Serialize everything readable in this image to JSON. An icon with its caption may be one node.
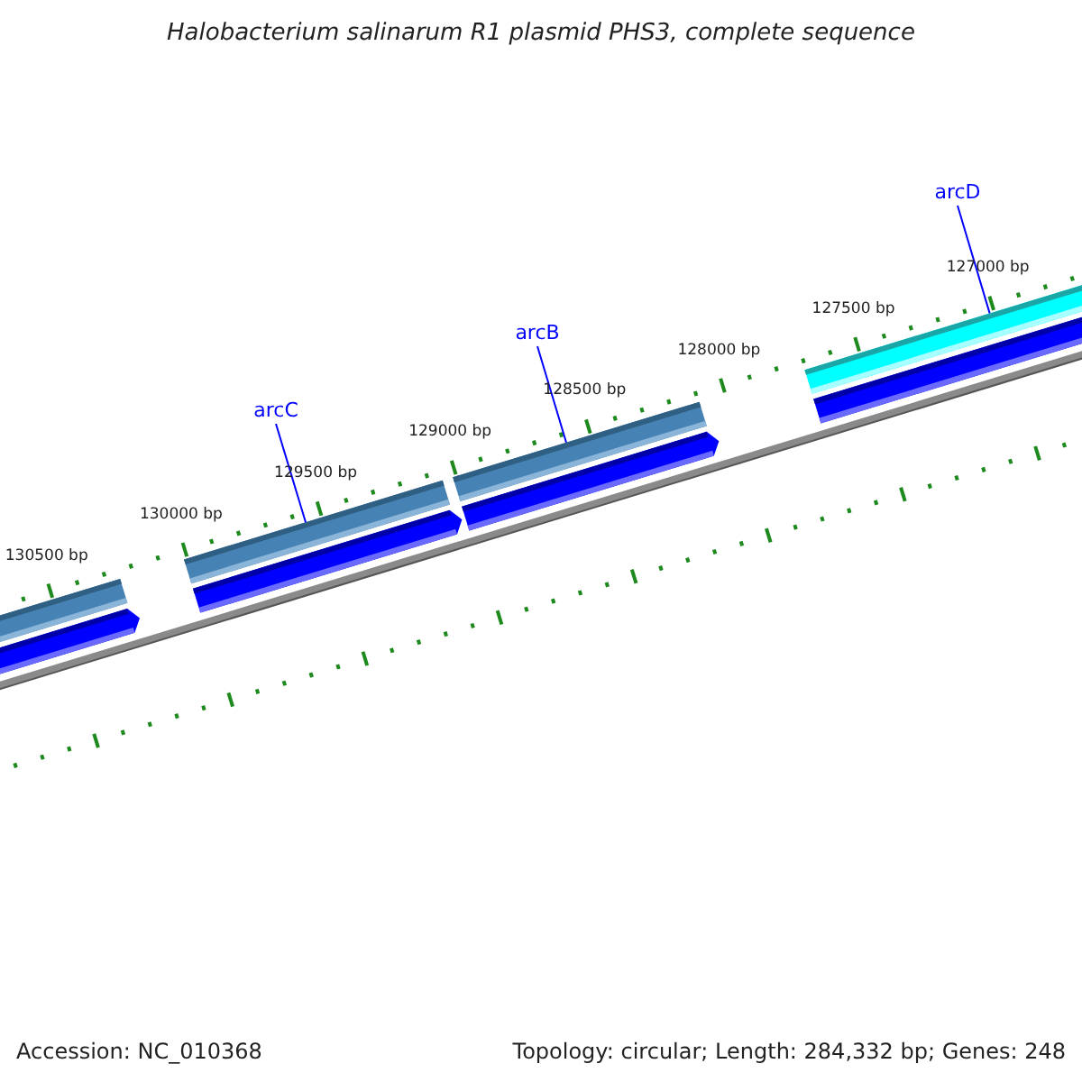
{
  "diagram": {
    "title": "Halobacterium salinarum R1 plasmid PHS3, complete sequence",
    "nodes": [
      {
        "text": [
          "arcC"
        ]
      },
      {
        "text": [
          "arcB"
        ]
      },
      {
        "text": [
          "arcD"
        ]
      },
      {
        "text": [],
        "shape": "bar"
      },
      {
        "text": [],
        "shape": "bar"
      },
      {
        "text": [],
        "shape": "bar"
      },
      {
        "text": [],
        "shape": "bar"
      },
      {
        "text": [],
        "shape": "arrow"
      },
      {
        "text": [],
        "shape": "arrow"
      },
      {
        "text": [],
        "shape": "arrow"
      },
      {
        "text": [],
        "shape": "bar"
      }
    ],
    "edges": [
      {
        "from": 0,
        "to": 4,
        "arrow": "none"
      },
      {
        "from": 1,
        "to": 5,
        "arrow": "none"
      },
      {
        "from": 2,
        "to": 6,
        "arrow": "none"
      }
    ],
    "labels": [
      "130500 bp",
      "130000 bp",
      "129500 bp",
      "129000 bp",
      "128500 bp",
      "128000 bp",
      "127500 bp",
      "127000 bp",
      "Accession: NC_010368",
      "Topology: circular; Length: 284,332 bp; Genes: 248"
    ]
  }
}
